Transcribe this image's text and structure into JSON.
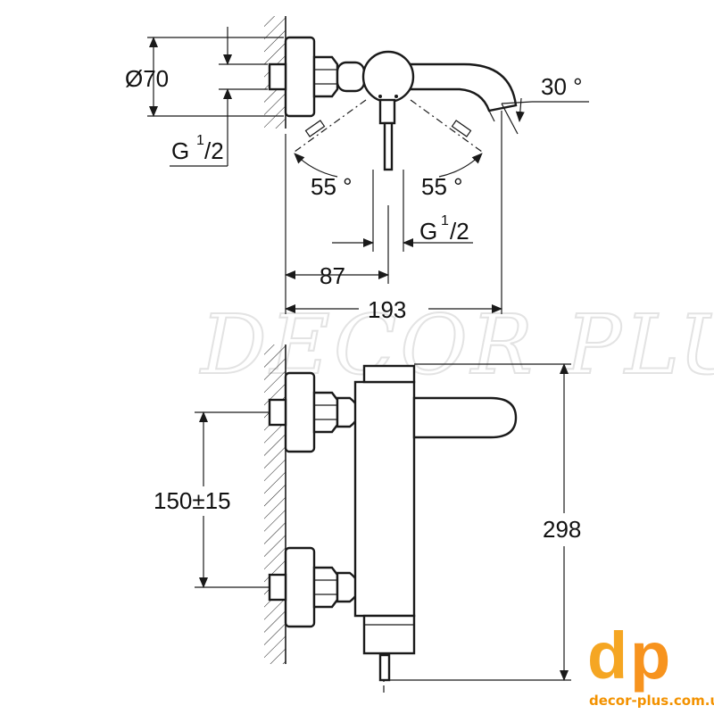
{
  "dimensions": {
    "diameter": "Ø70",
    "thread_left": "G",
    "thread_left_frac_num": "1",
    "thread_left_frac_den": "/2",
    "angle_spout": "30 °",
    "angle_left": "55 °",
    "angle_right": "55 °",
    "thread_bottom": "G",
    "thread_bottom_frac_num": "1",
    "thread_bottom_frac_den": "/2",
    "dim_87": "87",
    "dim_193": "193",
    "dim_150": "150±15",
    "dim_298": "298"
  },
  "watermark": "DECOR PLUS",
  "logo": {
    "d": "d",
    "p": "p",
    "url": "decor-plus.com.ua",
    "color_d": "#f5a623",
    "color_p": "#f7931e",
    "url_color": "#f39200"
  }
}
